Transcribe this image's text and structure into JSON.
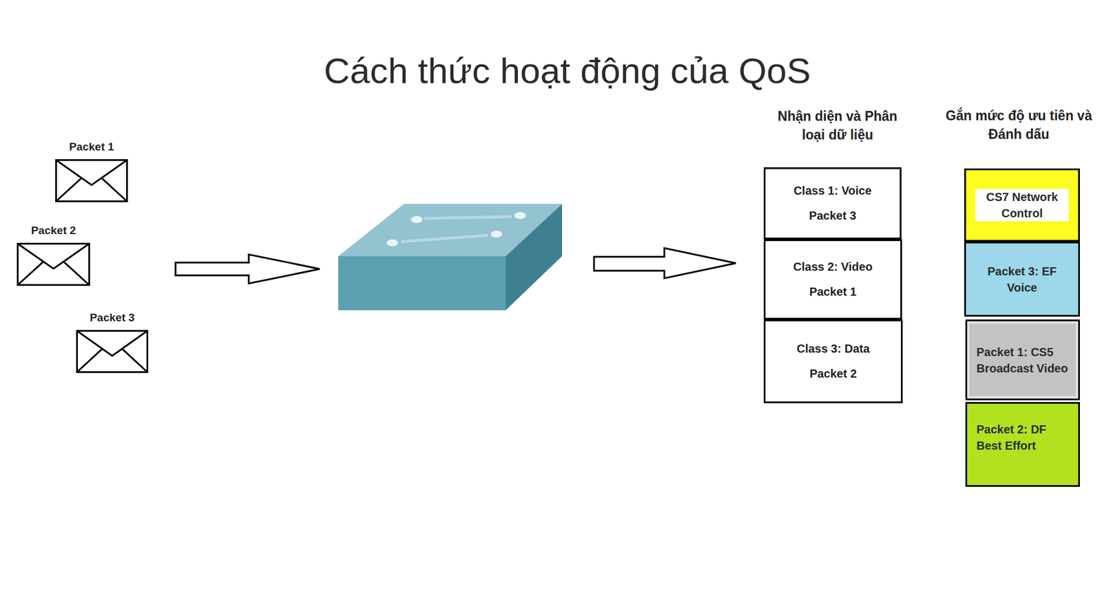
{
  "diagram": {
    "title": "Cách thức hoạt động của QoS",
    "nodes": [
      {
        "text": [
          "Packet 1"
        ]
      },
      {
        "text": [
          "Packet 2"
        ]
      },
      {
        "text": [
          "Packet 3"
        ]
      },
      {
        "text": [
          "Class 1: Voice",
          "Packet 3"
        ]
      },
      {
        "text": [
          "Class 2: Video",
          "Packet 1"
        ]
      },
      {
        "text": [
          "Class 3: Data",
          "Packet 2"
        ]
      },
      {
        "text": [
          "CS7 Network Control"
        ]
      },
      {
        "text": [
          "Packet 3: EF Voice"
        ]
      },
      {
        "text": [
          "Packet 1: CS5 Broadcast Video"
        ]
      },
      {
        "text": [
          "Packet 2: DF Best Effort"
        ]
      }
    ],
    "labels": [
      "Nhận diện và Phân loại dữ liệu",
      "Gắn mức độ ưu tiên và Đánh dấu"
    ]
  }
}
